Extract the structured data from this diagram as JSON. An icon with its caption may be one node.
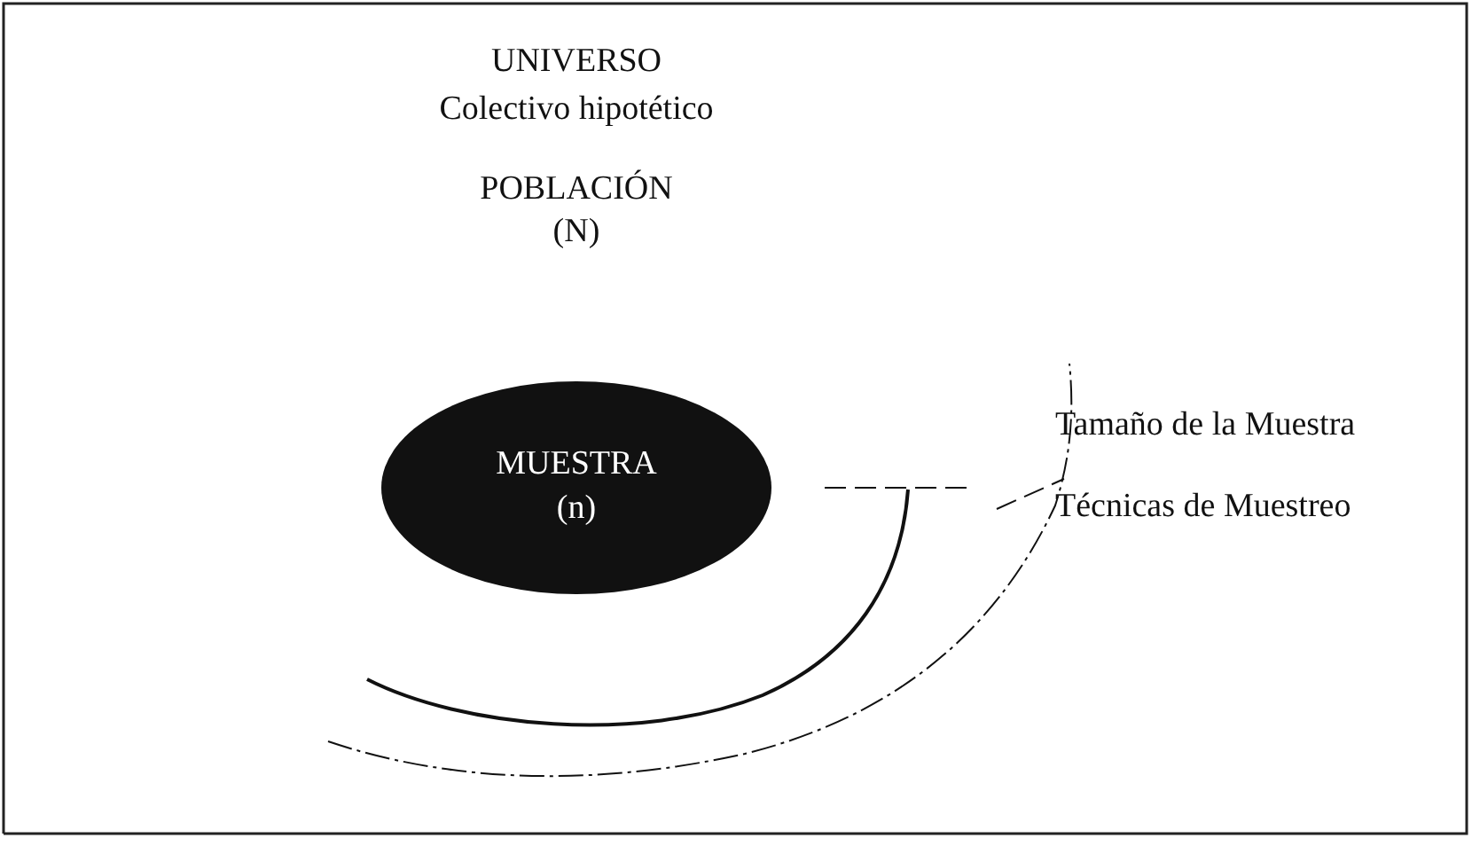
{
  "diagram": {
    "nodes": [
      {
        "text": [
          "MUESTRA",
          "(n)"
        ]
      }
    ],
    "edges": [],
    "labels": [
      "UNIVERSO",
      "Colectivo hipotético",
      "POBLACIÓN",
      "(N)",
      "Tamaño de la Muestra",
      "Técnicas de Muestreo"
    ]
  }
}
